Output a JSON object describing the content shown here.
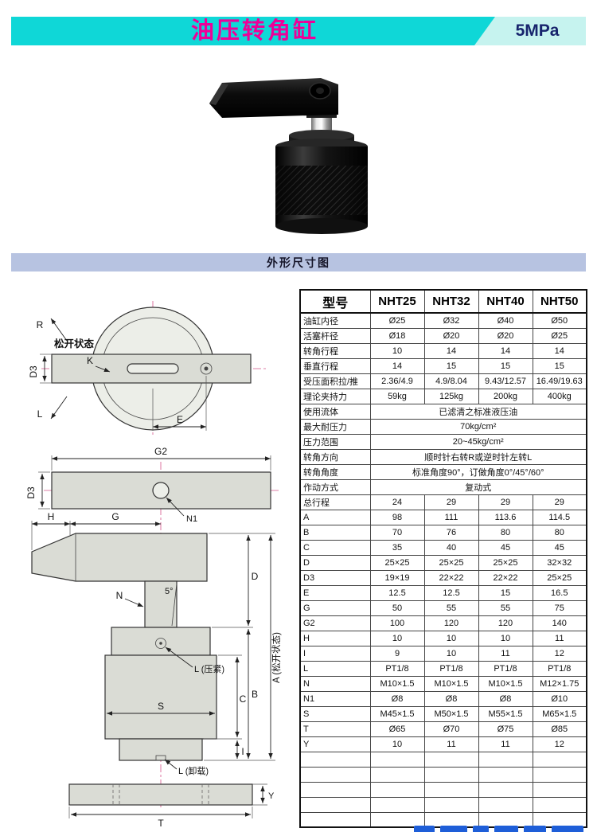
{
  "header": {
    "title": "油压转角缸",
    "pressure": "5MPa"
  },
  "section": {
    "dimension_title": "外形尺寸图"
  },
  "colors": {
    "header_bg": "#0fd7d7",
    "header_right_bg": "#c6f3ef",
    "title_color": "#ee0099",
    "pressure_color": "#17246d",
    "section_bg": "#b7c3e1",
    "centerline": "#d4558a"
  },
  "drawing": {
    "labels": {
      "r": "R",
      "release": "松开状态",
      "l": "L",
      "k": "K",
      "d3a": "D3",
      "e": "E",
      "g2": "G2",
      "d3b": "D3",
      "n1": "N1",
      "h": "H",
      "g": "G",
      "n": "N",
      "angle": "5°",
      "d": "D",
      "a": "A (松开状态)",
      "l_clamp": "L (压紧)",
      "s": "S",
      "b": "B",
      "c": "C",
      "i": "I",
      "l_unload": "L (卸载)",
      "y": "Y",
      "t": "T"
    }
  },
  "table": {
    "header": [
      "型号",
      "NHT25",
      "NHT32",
      "NHT40",
      "NHT50"
    ],
    "rows": [
      {
        "label": "油缸内径",
        "values": [
          "Ø25",
          "Ø32",
          "Ø40",
          "Ø50"
        ]
      },
      {
        "label": "活塞杆径",
        "values": [
          "Ø18",
          "Ø20",
          "Ø20",
          "Ø25"
        ]
      },
      {
        "label": "转角行程",
        "values": [
          "10",
          "14",
          "14",
          "14"
        ]
      },
      {
        "label": "垂直行程",
        "values": [
          "14",
          "15",
          "15",
          "15"
        ]
      },
      {
        "label": "受压面积拉/推",
        "values": [
          "2.36/4.9",
          "4.9/8.04",
          "9.43/12.57",
          "16.49/19.63"
        ]
      },
      {
        "label": "理论夹持力",
        "values": [
          "59kg",
          "125kg",
          "200kg",
          "400kg"
        ]
      },
      {
        "label": "使用流体",
        "span": "已滤清之标准液压油"
      },
      {
        "label": "最大耐压力",
        "span": "70kg/cm²"
      },
      {
        "label": "压力范围",
        "span": "20~45kg/cm²"
      },
      {
        "label": "转角方向",
        "span": "顺时针右转R或逆时针左转L"
      },
      {
        "label": "转角角度",
        "span": "标准角度90°，订做角度0°/45°/60°"
      },
      {
        "label": "作动方式",
        "span": "复动式"
      },
      {
        "label": "总行程",
        "values": [
          "24",
          "29",
          "29",
          "29"
        ]
      },
      {
        "label": "A",
        "values": [
          "98",
          "111",
          "113.6",
          "114.5"
        ]
      },
      {
        "label": "B",
        "values": [
          "70",
          "76",
          "80",
          "80"
        ]
      },
      {
        "label": "C",
        "values": [
          "35",
          "40",
          "45",
          "45"
        ]
      },
      {
        "label": "D",
        "values": [
          "25×25",
          "25×25",
          "25×25",
          "32×32"
        ]
      },
      {
        "label": "D3",
        "values": [
          "19×19",
          "22×22",
          "22×22",
          "25×25"
        ]
      },
      {
        "label": "E",
        "values": [
          "12.5",
          "12.5",
          "15",
          "16.5"
        ]
      },
      {
        "label": "G",
        "values": [
          "50",
          "55",
          "55",
          "75"
        ]
      },
      {
        "label": "G2",
        "values": [
          "100",
          "120",
          "120",
          "140"
        ]
      },
      {
        "label": "H",
        "values": [
          "10",
          "10",
          "10",
          "11"
        ]
      },
      {
        "label": "I",
        "values": [
          "9",
          "10",
          "11",
          "12"
        ]
      },
      {
        "label": "L",
        "values": [
          "PT1/8",
          "PT1/8",
          "PT1/8",
          "PT1/8"
        ]
      },
      {
        "label": "N",
        "values": [
          "M10×1.5",
          "M10×1.5",
          "M10×1.5",
          "M12×1.75"
        ]
      },
      {
        "label": "N1",
        "values": [
          "Ø8",
          "Ø8",
          "Ø8",
          "Ø10"
        ]
      },
      {
        "label": "S",
        "values": [
          "M45×1.5",
          "M50×1.5",
          "M55×1.5",
          "M65×1.5"
        ]
      },
      {
        "label": "T",
        "values": [
          "Ø65",
          "Ø70",
          "Ø75",
          "Ø85"
        ]
      },
      {
        "label": "Y",
        "values": [
          "10",
          "11",
          "11",
          "12"
        ]
      }
    ],
    "empty_rows": 5
  }
}
